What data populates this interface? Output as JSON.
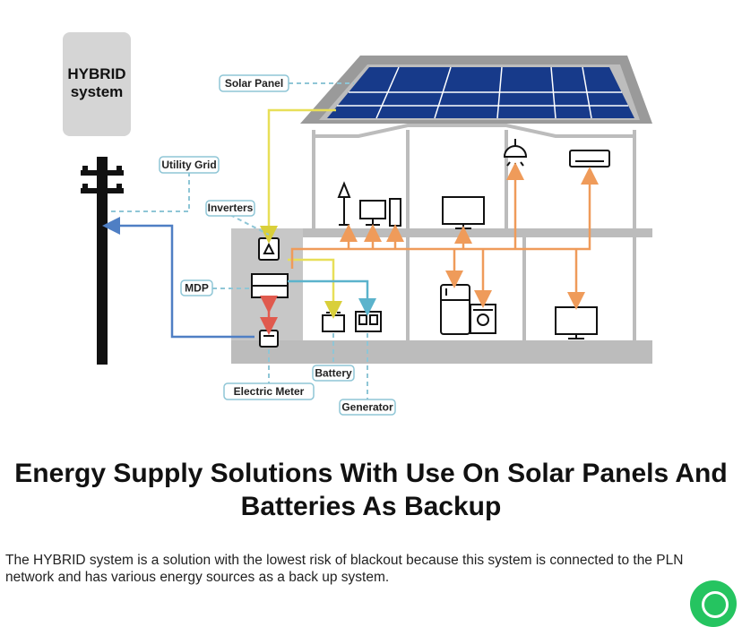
{
  "diagram": {
    "badge": [
      "HYBRID",
      "system"
    ],
    "labels": {
      "solar_panel": "Solar Panel",
      "utility_grid": "Utility Grid",
      "inverters": "Inverters",
      "mdp": "MDP",
      "battery": "Battery",
      "electric_meter": "Electric Meter",
      "generator": "Generator"
    },
    "colors": {
      "solar_line": "#e8df58",
      "grid_line": "#4f7fc4",
      "power_line": "#ef9b5a",
      "battery_line": "#e05a4e",
      "generator_line": "#5bb3cc",
      "roof": "#999999",
      "panel": "#173a8a"
    }
  },
  "article": {
    "heading_line1": "Energy Supply Solutions With Use On Solar Panels And",
    "heading_line2": "Batteries As Backup",
    "body_line1": "The HYBRID system is a solution with the lowest risk of blackout because this system is connected to the PLN",
    "body_line2": "network and has various energy sources as a back up system."
  },
  "chat_widget": {
    "icon": "chat-icon"
  }
}
